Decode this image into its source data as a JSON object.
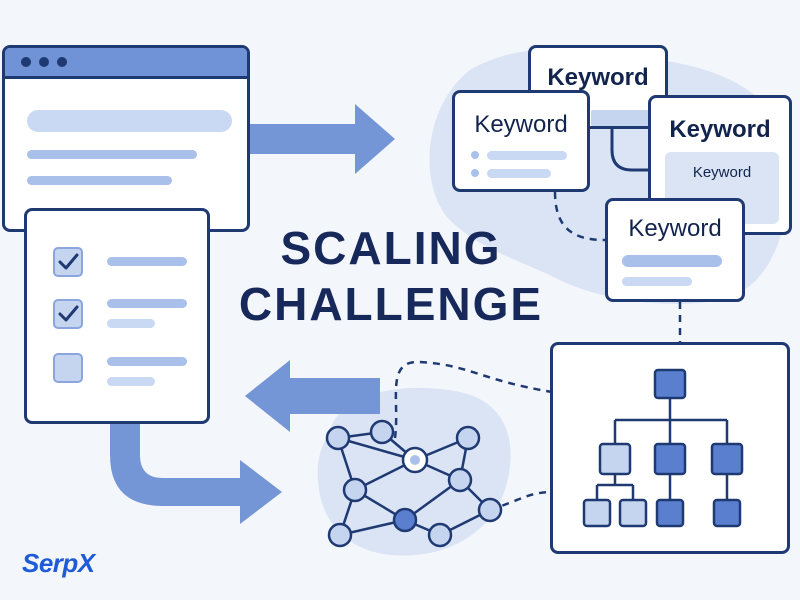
{
  "headline": {
    "line1": "SCALING",
    "line2": "CHALLENGE"
  },
  "keyword_cards": [
    {
      "label": "Keyword"
    },
    {
      "label": "Keyword"
    },
    {
      "label": "Keyword"
    },
    {
      "label": "Keyword"
    }
  ],
  "keyword_card_inner": {
    "label": "Keyword"
  },
  "checklist": {
    "items": [
      {
        "checked": true
      },
      {
        "checked": true
      },
      {
        "checked": false
      }
    ]
  },
  "brand": {
    "name": "SerpX"
  },
  "colors": {
    "navy": "#1f3a73",
    "accent_blue": "#6f93d6",
    "light_blue": "#c9d8f3",
    "blob": "#dbe4f4",
    "brand": "#1f5bd8"
  }
}
